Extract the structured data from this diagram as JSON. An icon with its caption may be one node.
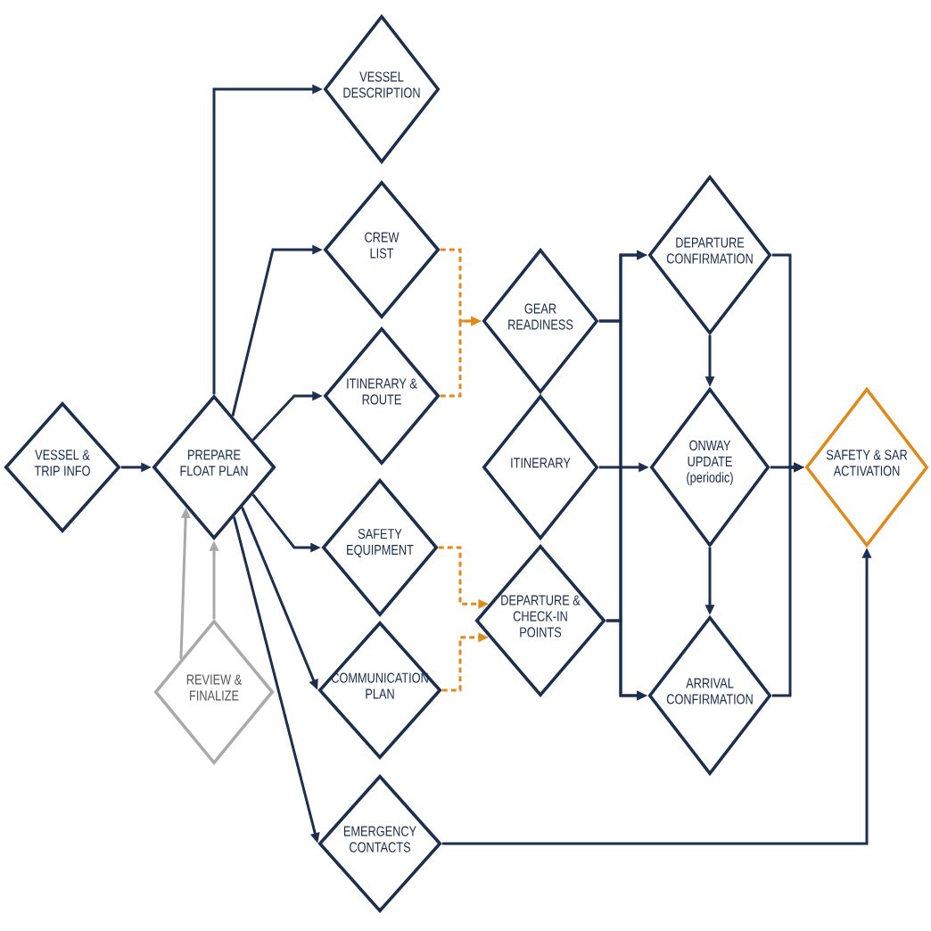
{
  "diagram": {
    "nodes": [
      {
        "text": [
          "VESSEL & TRIP INFO"
        ]
      },
      {
        "text": [
          "PREPARE FLOAT PLAN"
        ]
      },
      {
        "text": [
          "VESSEL DESCRIPTION"
        ]
      },
      {
        "text": [
          "CREW LIST"
        ]
      },
      {
        "text": [
          "ITINERARY & ROUTE"
        ]
      },
      {
        "text": [
          "SAFETY EQUIPMENT"
        ]
      },
      {
        "text": [
          "COMMUNICATION PLAN"
        ]
      },
      {
        "text": [
          "EMERGENCY CONTACTS"
        ]
      },
      {
        "text": [
          "REVIEW & FINALIZE"
        ]
      },
      {
        "text": [
          "GEAR READINESS"
        ]
      },
      {
        "text": [
          "ITINERARY"
        ]
      },
      {
        "text": [
          "DEPARTURE & CHECK-IN POINTS"
        ]
      },
      {
        "text": [
          "DEPARTURE CONFIRMATION"
        ]
      },
      {
        "text": [
          "ONWAY UPDATE (periodic)"
        ]
      },
      {
        "text": [
          "ARRIVAL CONFIRMATION"
        ]
      },
      {
        "text": [
          "SAFETY & SAR ACTIVATION"
        ]
      }
    ],
    "edges": [
      {
        "from": 0,
        "to": 1,
        "arrow": "to"
      },
      {
        "from": 1,
        "to": 2,
        "arrow": "to"
      },
      {
        "from": 1,
        "to": 3,
        "arrow": "to"
      },
      {
        "from": 1,
        "to": 4,
        "arrow": "to"
      },
      {
        "from": 1,
        "to": 5,
        "arrow": "to"
      },
      {
        "from": 1,
        "to": 6,
        "arrow": "to"
      },
      {
        "from": 1,
        "to": 7,
        "arrow": "to"
      },
      {
        "from": 8,
        "to": 1,
        "arrow": "to",
        "color": "#a8a8a8"
      },
      {
        "from": 8,
        "to": 1,
        "arrow": "to",
        "color": "#a8a8a8"
      },
      {
        "from": 3,
        "to": 9,
        "arrow": "to",
        "style": "dashed",
        "color": "#e08a1e"
      },
      {
        "from": 4,
        "to": 9,
        "arrow": "to",
        "style": "dashed",
        "color": "#e08a1e"
      },
      {
        "from": 5,
        "to": 11,
        "arrow": "to",
        "style": "dashed",
        "color": "#e08a1e"
      },
      {
        "from": 6,
        "to": 11,
        "arrow": "to",
        "style": "dashed",
        "color": "#e08a1e"
      },
      {
        "from": 9,
        "to": 12,
        "arrow": "to"
      },
      {
        "from": 9,
        "to": 14,
        "arrow": "to"
      },
      {
        "from": 11,
        "to": 12,
        "arrow": "to"
      },
      {
        "from": 11,
        "to": 14,
        "arrow": "to"
      },
      {
        "from": 10,
        "to": 13,
        "arrow": "to"
      },
      {
        "from": 12,
        "to": 13,
        "arrow": "to"
      },
      {
        "from": 13,
        "to": 14,
        "arrow": "to"
      },
      {
        "from": 12,
        "to": 15,
        "arrow": "to"
      },
      {
        "from": 13,
        "to": 15,
        "arrow": "to"
      },
      {
        "from": 14,
        "to": 15,
        "arrow": "to"
      },
      {
        "from": 7,
        "to": 15,
        "arrow": "to"
      }
    ]
  }
}
